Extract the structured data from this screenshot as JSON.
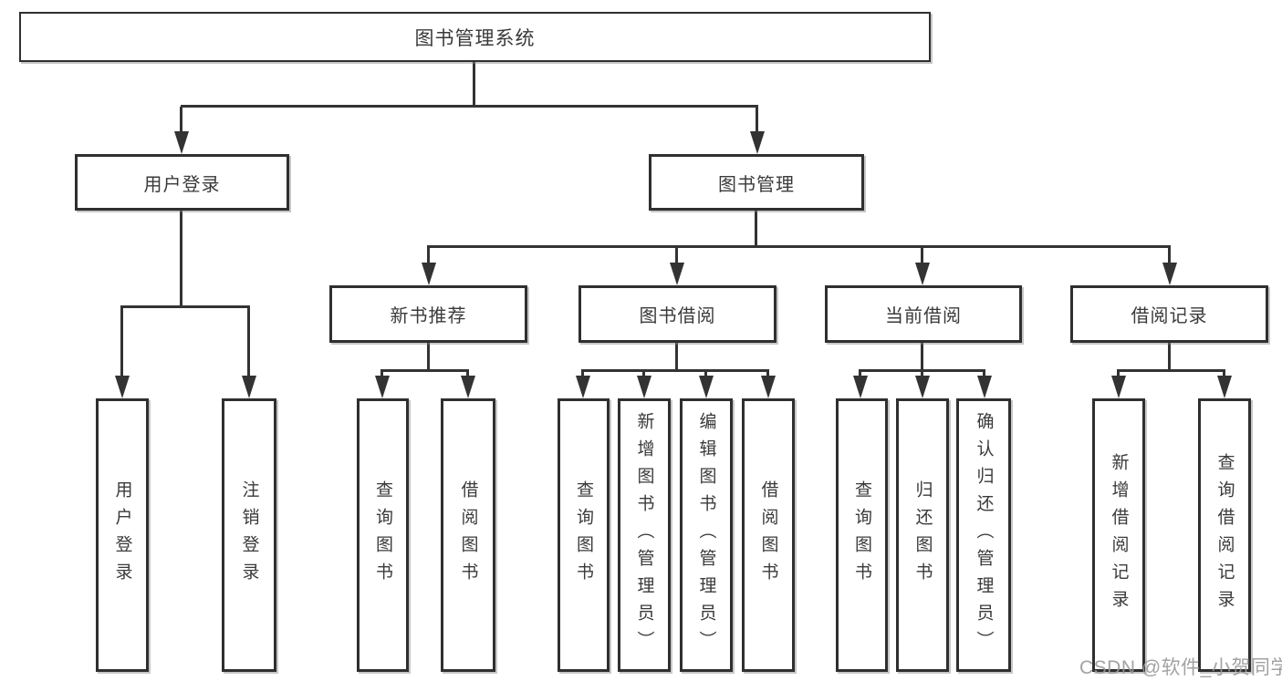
{
  "diagram_title": "图书管理系统",
  "watermark": {
    "text": "CSDN @软件_小贺同学"
  },
  "colors": {
    "box_border": "#2f2f2f",
    "connector_line": "#333333",
    "box_background": "#ffffff",
    "text": "#3a3a3a",
    "watermark_text": "#989898"
  },
  "tree": {
    "root": {
      "label": "图书管理系统"
    },
    "branches": [
      {
        "label": "用户登录",
        "children": [
          {
            "label": "用户登录"
          },
          {
            "label": "注销登录"
          }
        ]
      },
      {
        "label": "图书管理",
        "children": [
          {
            "label": "新书推荐",
            "children": [
              {
                "label": "查询图书"
              },
              {
                "label": "借阅图书"
              }
            ]
          },
          {
            "label": "图书借阅",
            "children": [
              {
                "label": "查询图书"
              },
              {
                "label": "新增图书（管理员）"
              },
              {
                "label": "编辑图书（管理员）"
              },
              {
                "label": "借阅图书"
              }
            ]
          },
          {
            "label": "当前借阅",
            "children": [
              {
                "label": "查询图书"
              },
              {
                "label": "归还图书"
              },
              {
                "label": "确认归还（管理员）"
              }
            ]
          },
          {
            "label": "借阅记录",
            "children": [
              {
                "label": "新增借阅记录"
              },
              {
                "label": "查询借阅记录"
              }
            ]
          }
        ]
      }
    ]
  }
}
